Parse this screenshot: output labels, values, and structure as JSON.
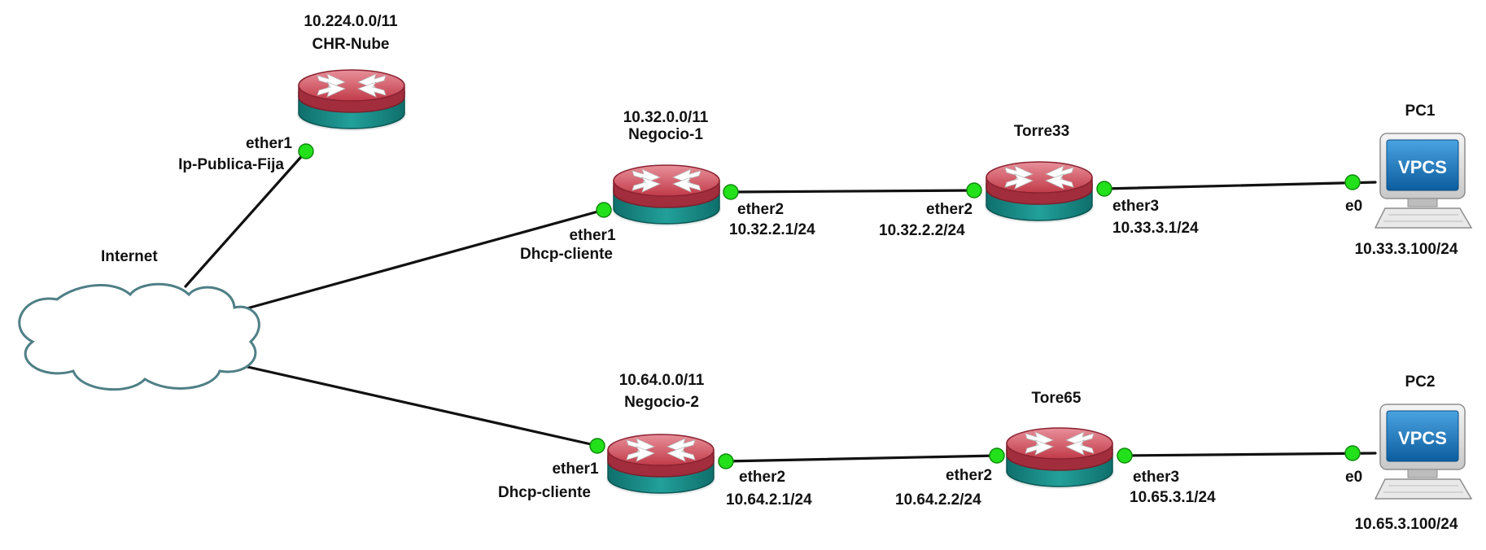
{
  "diagram": {
    "internet": {
      "label": "Internet"
    },
    "chr_nube": {
      "network": "10.224.0.0/11",
      "name": "CHR-Nube",
      "ether1": "ether1",
      "ether1_desc": "Ip-Publica-Fija"
    },
    "negocio1": {
      "network": "10.32.0.0/11",
      "name": "Negocio-1",
      "ether1": "ether1",
      "ether1_desc": "Dhcp-cliente",
      "ether2": "ether2",
      "ether2_ip": "10.32.2.1/24"
    },
    "torre33": {
      "name": "Torre33",
      "ether2": "ether2",
      "ether2_ip": "10.32.2.2/24",
      "ether3": "ether3",
      "ether3_ip": "10.33.3.1/24"
    },
    "pc1": {
      "name": "PC1",
      "screen": "VPCS",
      "port": "e0",
      "ip": "10.33.3.100/24"
    },
    "negocio2": {
      "network": "10.64.0.0/11",
      "name": "Negocio-2",
      "ether1": "ether1",
      "ether1_desc": "Dhcp-cliente",
      "ether2": "ether2",
      "ether2_ip": "10.64.2.1/24"
    },
    "tore65": {
      "name": "Tore65",
      "ether2": "ether2",
      "ether2_ip": "10.64.2.2/24",
      "ether3": "ether3",
      "ether3_ip": "10.65.3.1/24"
    },
    "pc2": {
      "name": "PC2",
      "screen": "VPCS",
      "port": "e0",
      "ip": "10.65.3.100/24"
    }
  },
  "colors": {
    "link": "#111111",
    "port_dot": "#22e01a",
    "router_top": "#c9434f",
    "router_band": "#9a2a38",
    "router_base": "#1a8a86",
    "cloud_stroke": "#4f7f86",
    "vpcs_screen": "#1a6fb3"
  }
}
